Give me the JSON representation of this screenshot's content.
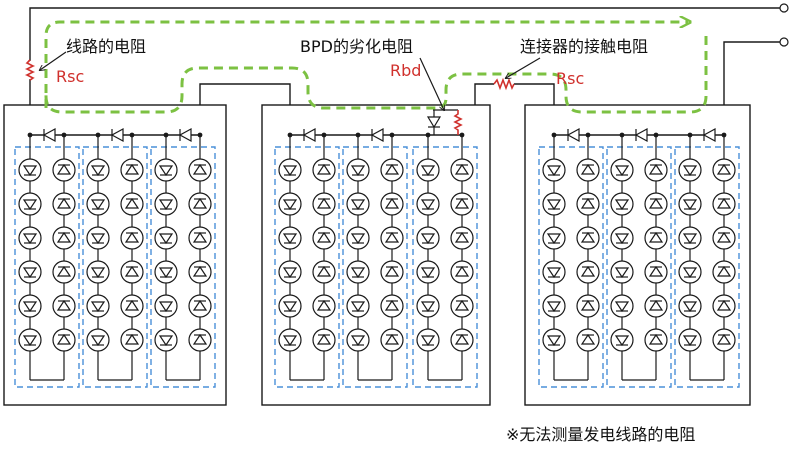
{
  "labels": {
    "line_resistance": "线路的电阻",
    "bpd_resistance": "BPD的劣化电阻",
    "connector_resistance": "连接器的接触电阻",
    "rsc_left": "Rsc",
    "rbd": "Rbd",
    "rsc_right": "Rsc"
  },
  "footnote": "※无法测量发电线路的电阻",
  "panels": [
    {
      "name": "panel-left",
      "strings": 3,
      "bypass_diodes": 3
    },
    {
      "name": "panel-middle",
      "strings": 3,
      "bypass_diodes": 3,
      "degraded_bypass": true
    },
    {
      "name": "panel-right",
      "strings": 3,
      "bypass_diodes": 3
    }
  ],
  "cells_per_column": 6,
  "colors": {
    "line": "#1a1a1a",
    "current_path": "#7cc142",
    "cell_group": "#4a90d9",
    "resistor": "#d0312d"
  }
}
